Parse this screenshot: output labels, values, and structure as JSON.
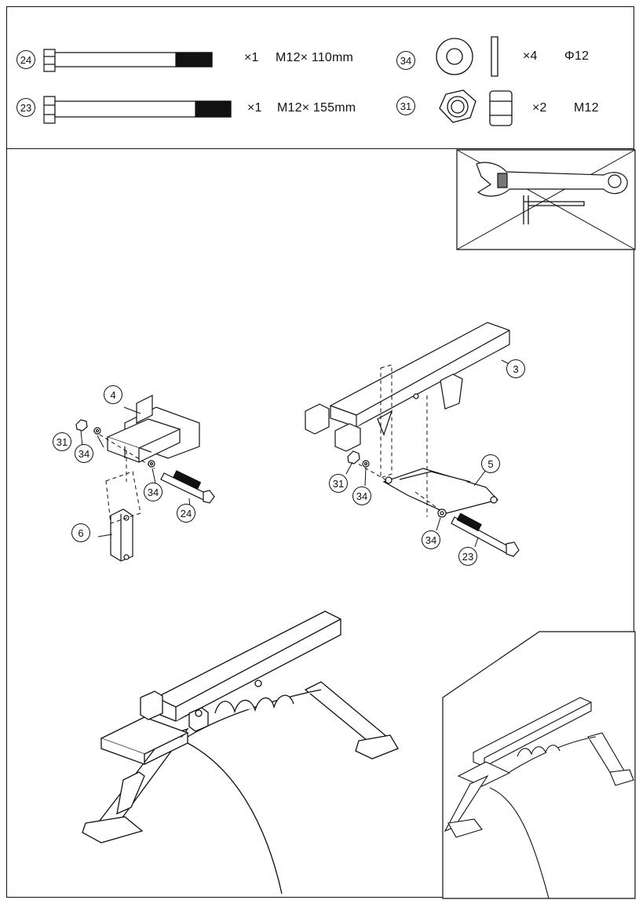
{
  "hardware": [
    {
      "part": "24",
      "qty": "×1",
      "spec": "M12× 110mm",
      "icon": "bolt-icon"
    },
    {
      "part": "23",
      "qty": "×1",
      "spec": "M12× 155mm",
      "icon": "bolt-icon"
    },
    {
      "part": "34",
      "qty": "×4",
      "spec": "Φ12",
      "icon": "washer-icon"
    },
    {
      "part": "31",
      "qty": "×2",
      "spec": "M12",
      "icon": "nut-icon"
    }
  ],
  "tools": {
    "icons": [
      "wrench-icon",
      "allen-key-icon"
    ],
    "crossed_out": true
  },
  "callouts": {
    "step_a": [
      "4",
      "31",
      "34",
      "34",
      "24",
      "6"
    ],
    "step_b": [
      "3",
      "31",
      "34",
      "5",
      "34",
      "23"
    ]
  }
}
